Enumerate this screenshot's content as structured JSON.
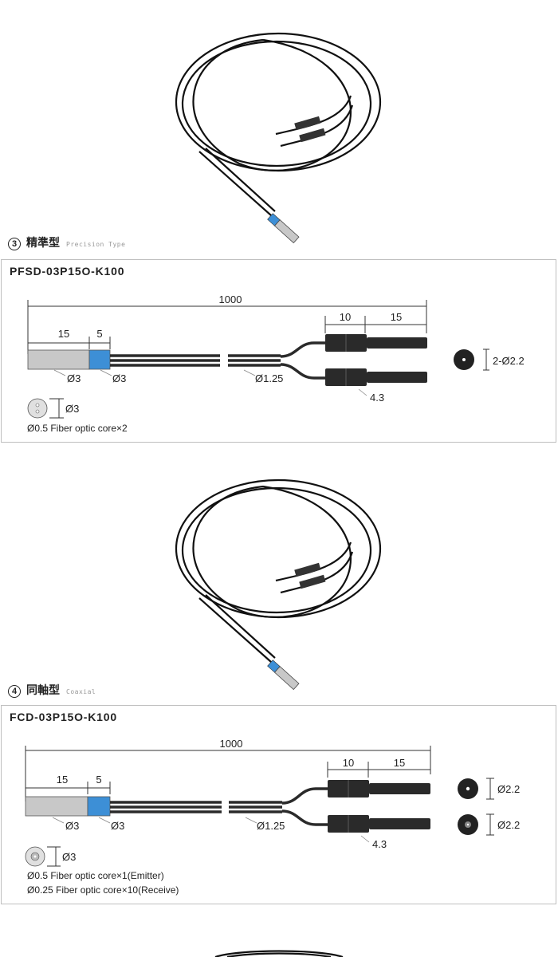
{
  "sections": [
    {
      "index": "3",
      "title": "精準型",
      "subtitle": "Precision Type",
      "model": "PFSD-03P15O-K100",
      "dims": {
        "total": "1000",
        "seg10": "10",
        "seg15": "15",
        "head15": "15",
        "head5": "5",
        "d1": "Ø3",
        "d2": "Ø3",
        "d3": "Ø1.25",
        "conn": "4.3",
        "end_label": "2-Ø2.2",
        "face_label": "Ø3"
      },
      "notes": [
        "Ø0.5 Fiber optic core×2"
      ]
    },
    {
      "index": "4",
      "title": "同軸型",
      "subtitle": "Coaxial",
      "model": "FCD-03P15O-K100",
      "dims": {
        "total": "1000",
        "seg10": "10",
        "seg15": "15",
        "head15": "15",
        "head5": "5",
        "d1": "Ø3",
        "d2": "Ø3",
        "d3": "Ø1.25",
        "conn": "4.3",
        "end_label_a": "Ø2.2",
        "end_label_b": "Ø2.2",
        "face_label": "Ø3"
      },
      "notes": [
        "Ø0.5 Fiber optic core×1(Emitter)",
        "Ø0.25 Fiber optic core×10(Receive)"
      ]
    }
  ],
  "colors": {
    "accent": "#3d8fd6",
    "cable": "#2a2a2a",
    "border": "#bfbfbf",
    "probe": "#c8c8c8"
  }
}
